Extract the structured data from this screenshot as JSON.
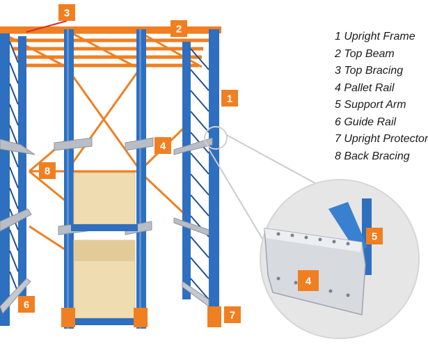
{
  "colors": {
    "upright": "#2e6fbf",
    "upright_dark": "#1f4f8f",
    "orange": "#f07f21",
    "badge": "#f07f21",
    "rail": "#b9bec6",
    "pallet": "#efdcb1",
    "pallet_dark": "#d8c190",
    "zoom_circle": "#e6e6e6"
  },
  "badges": [
    "1",
    "2",
    "3",
    "4",
    "5",
    "6",
    "7",
    "8"
  ],
  "legend": [
    "1 Upright Frame",
    "2 Top Beam",
    "3 Top Bracing",
    "4 Pallet Rail",
    "5 Support Arm",
    "6 Guide Rail",
    "7 Upright Protector",
    "8 Back Bracing"
  ]
}
